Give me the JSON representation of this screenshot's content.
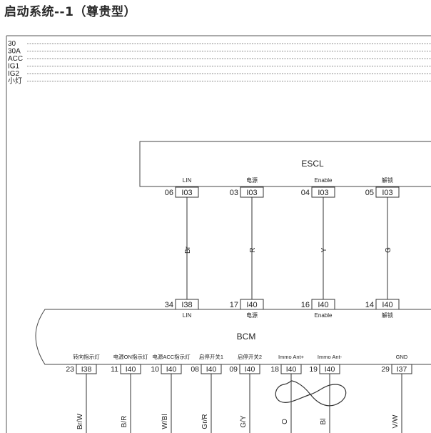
{
  "title": "启动系统--1（尊贵型）",
  "power_rails": [
    "30",
    "30A",
    "ACC",
    "IG1",
    "IG2",
    "小灯"
  ],
  "escl": {
    "name": "ESCL",
    "pins": [
      {
        "num": "06",
        "conn": "I03",
        "label": "LIN"
      },
      {
        "num": "03",
        "conn": "I03",
        "label": "电源"
      },
      {
        "num": "04",
        "conn": "I03",
        "label": "Enable"
      },
      {
        "num": "05",
        "conn": "I03",
        "label": "解锁"
      }
    ]
  },
  "wires": [
    {
      "color_code": "Br"
    },
    {
      "color_code": "R"
    },
    {
      "color_code": "Y"
    },
    {
      "color_code": "G"
    }
  ],
  "bcm": {
    "name": "BCM",
    "top_pins": [
      {
        "num": "34",
        "conn": "I38",
        "label": "LIN"
      },
      {
        "num": "17",
        "conn": "I40",
        "label": "电源"
      },
      {
        "num": "16",
        "conn": "I40",
        "label": "Enable"
      },
      {
        "num": "14",
        "conn": "I40",
        "label": "解锁"
      }
    ],
    "bottom_pins": [
      {
        "num": "23",
        "conn": "I38",
        "label": "转向指示灯",
        "wire": "Br/W"
      },
      {
        "num": "11",
        "conn": "I40",
        "label": "电源ON指示灯",
        "wire": "B/R"
      },
      {
        "num": "10",
        "conn": "I40",
        "label": "电源ACC指示灯",
        "wire": "W/Bl"
      },
      {
        "num": "08",
        "conn": "I40",
        "label": "启停开关1",
        "wire": "Gr/R"
      },
      {
        "num": "09",
        "conn": "I40",
        "label": "启停开关2",
        "wire": "G/Y"
      },
      {
        "num": "18",
        "conn": "I40",
        "label": "Immo Ant+",
        "wire": "O"
      },
      {
        "num": "19",
        "conn": "I40",
        "label": "Immo Ant-",
        "wire": "Bl"
      },
      {
        "num": "29",
        "conn": "I37",
        "label": "GND",
        "wire": "V/W"
      }
    ]
  }
}
